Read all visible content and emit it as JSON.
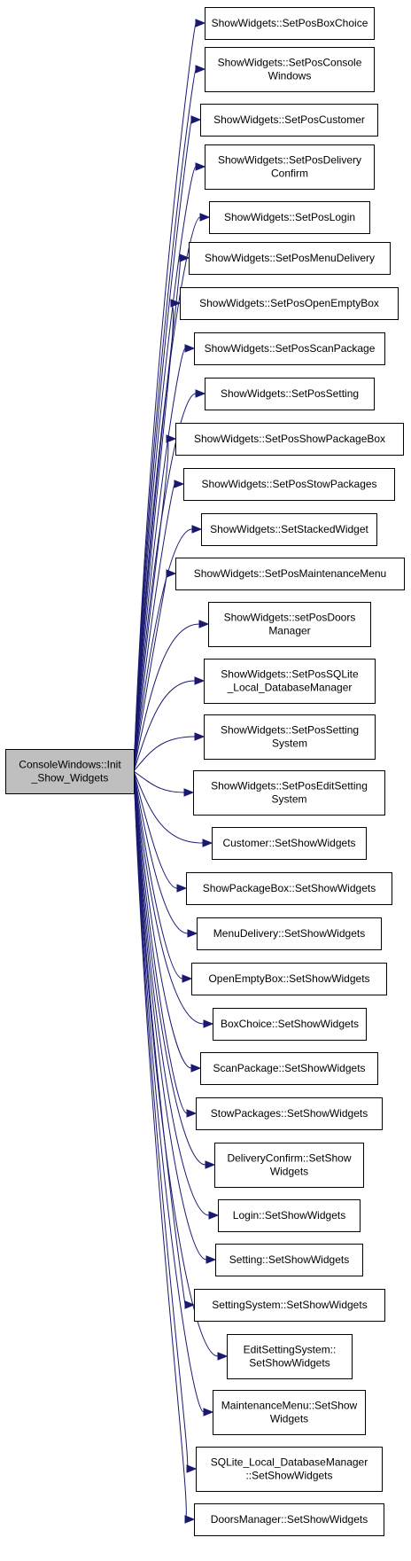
{
  "colors": {
    "edge": "#191970",
    "root_fill": "#bfbfbf",
    "node_fill": "#ffffff",
    "node_border": "#000000"
  },
  "root": {
    "id": "root",
    "lines": [
      "ConsoleWindows::Init",
      "_Show_Widgets"
    ]
  },
  "callees": [
    {
      "id": "n1",
      "lines": [
        "ShowWidgets::SetPosBoxChoice"
      ]
    },
    {
      "id": "n2",
      "lines": [
        "ShowWidgets::SetPosConsole",
        "Windows"
      ]
    },
    {
      "id": "n3",
      "lines": [
        "ShowWidgets::SetPosCustomer"
      ]
    },
    {
      "id": "n4",
      "lines": [
        "ShowWidgets::SetPosDelivery",
        "Confirm"
      ]
    },
    {
      "id": "n5",
      "lines": [
        "ShowWidgets::SetPosLogin"
      ]
    },
    {
      "id": "n6",
      "lines": [
        "ShowWidgets::SetPosMenuDelivery"
      ]
    },
    {
      "id": "n7",
      "lines": [
        "ShowWidgets::SetPosOpenEmptyBox"
      ]
    },
    {
      "id": "n8",
      "lines": [
        "ShowWidgets::SetPosScanPackage"
      ]
    },
    {
      "id": "n9",
      "lines": [
        "ShowWidgets::SetPosSetting"
      ]
    },
    {
      "id": "n10",
      "lines": [
        "ShowWidgets::SetPosShowPackageBox"
      ]
    },
    {
      "id": "n11",
      "lines": [
        "ShowWidgets::SetPosStowPackages"
      ]
    },
    {
      "id": "n12",
      "lines": [
        "ShowWidgets::SetStackedWidget"
      ]
    },
    {
      "id": "n13",
      "lines": [
        "ShowWidgets::SetPosMaintenanceMenu"
      ]
    },
    {
      "id": "n14",
      "lines": [
        "ShowWidgets::setPosDoors",
        "Manager"
      ]
    },
    {
      "id": "n15",
      "lines": [
        "ShowWidgets::SetPosSQLite",
        "_Local_DatabaseManager"
      ]
    },
    {
      "id": "n16",
      "lines": [
        "ShowWidgets::SetPosSetting",
        "System"
      ]
    },
    {
      "id": "n17",
      "lines": [
        "ShowWidgets::SetPosEditSetting",
        "System"
      ]
    },
    {
      "id": "n18",
      "lines": [
        "Customer::SetShowWidgets"
      ]
    },
    {
      "id": "n19",
      "lines": [
        "ShowPackageBox::SetShowWidgets"
      ]
    },
    {
      "id": "n20",
      "lines": [
        "MenuDelivery::SetShowWidgets"
      ]
    },
    {
      "id": "n21",
      "lines": [
        "OpenEmptyBox::SetShowWidgets"
      ]
    },
    {
      "id": "n22",
      "lines": [
        "BoxChoice::SetShowWidgets"
      ]
    },
    {
      "id": "n23",
      "lines": [
        "ScanPackage::SetShowWidgets"
      ]
    },
    {
      "id": "n24",
      "lines": [
        "StowPackages::SetShowWidgets"
      ]
    },
    {
      "id": "n25",
      "lines": [
        "DeliveryConfirm::SetShow",
        "Widgets"
      ]
    },
    {
      "id": "n26",
      "lines": [
        "Login::SetShowWidgets"
      ]
    },
    {
      "id": "n27",
      "lines": [
        "Setting::SetShowWidgets"
      ]
    },
    {
      "id": "n28",
      "lines": [
        "SettingSystem::SetShowWidgets"
      ]
    },
    {
      "id": "n29",
      "lines": [
        "EditSettingSystem::",
        "SetShowWidgets"
      ]
    },
    {
      "id": "n30",
      "lines": [
        "MaintenanceMenu::SetShow",
        "Widgets"
      ]
    },
    {
      "id": "n31",
      "lines": [
        "SQLite_Local_DatabaseManager",
        "::SetShowWidgets"
      ]
    },
    {
      "id": "n32",
      "lines": [
        "DoorsManager::SetShowWidgets"
      ]
    }
  ]
}
